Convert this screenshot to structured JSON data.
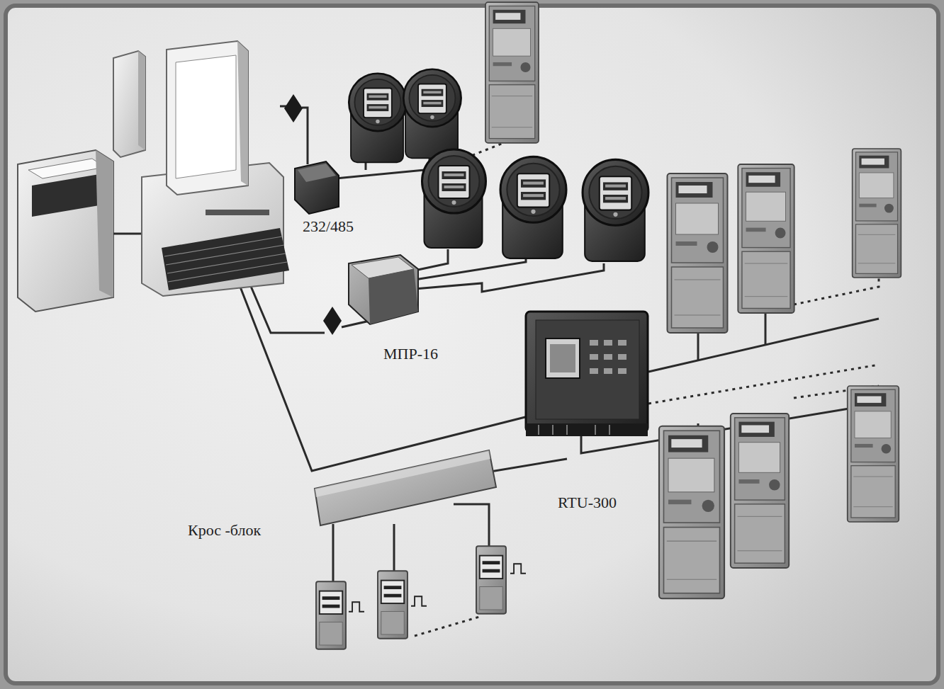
{
  "diagram": {
    "labels": [
      "232/485",
      "МПР-16",
      "Крос -блок",
      "RTU-300"
    ]
  }
}
